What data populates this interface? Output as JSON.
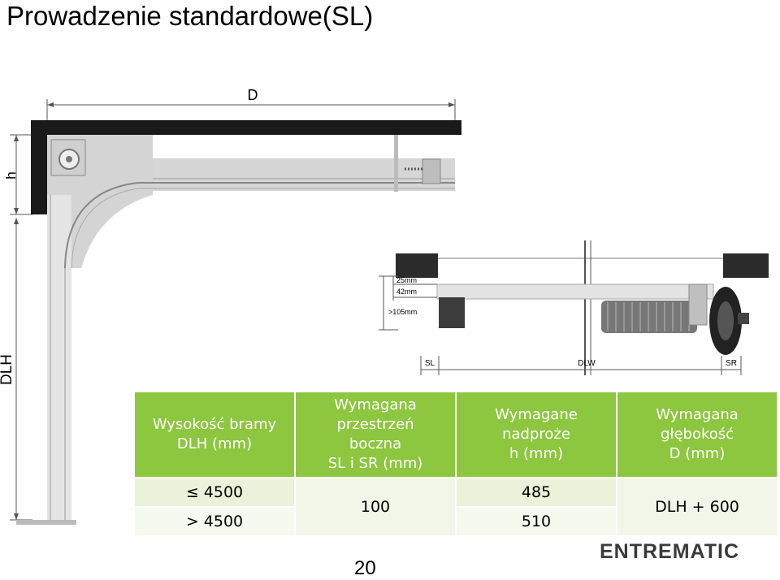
{
  "title": "Prowadzenie standardowe(SL)",
  "side_view": {
    "dim_depth": "D",
    "dim_headroom": "h",
    "dim_door_height": "DLH"
  },
  "section_view": {
    "dim_25": "25mm",
    "dim_42": "42mm",
    "dim_105": ">105mm",
    "label_sl": "SL",
    "label_dlw": "DLW",
    "label_sr": "SR"
  },
  "table": {
    "headers": [
      "Wysokość bramy\nDLH (mm)",
      "Wymagana\nprzestrzeń\nboczna\nSL i SR (mm)",
      "Wymagane\nnadproże\nh (mm)",
      "Wymagana\ngłębokość\nD (mm)"
    ],
    "rows": [
      {
        "dlh": "≤ 4500",
        "h": "485"
      },
      {
        "dlh": "> 4500",
        "h": "510"
      }
    ],
    "side_clearance": "100",
    "depth": "DLH + 600"
  },
  "page_number": "20",
  "logo_text": "ENTREMATIC",
  "colors": {
    "header_green": "#8dc63f",
    "row_light": "#eaf2d9",
    "wall_black": "#1a1a1a",
    "rail_gray": "#d9d9d9"
  }
}
